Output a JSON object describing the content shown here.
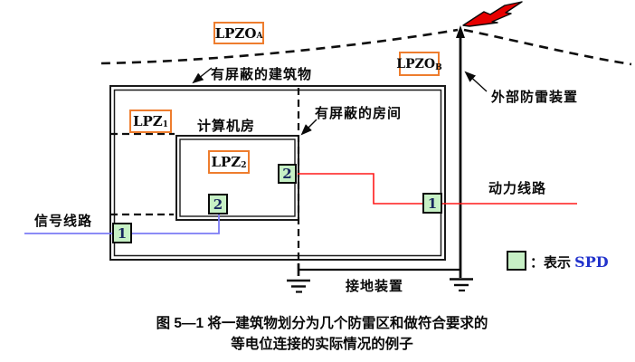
{
  "zones": {
    "lpzo_a": {
      "main": "LPZO",
      "sub": "A"
    },
    "lpzo_b": {
      "main": "LPZO",
      "sub": "B"
    },
    "lpz1": {
      "main": "LPZ",
      "sub": "1"
    },
    "lpz2": {
      "main": "LPZ",
      "sub": "2"
    }
  },
  "labels": {
    "shielded_building": "有屏蔽的建筑物",
    "computer_room": "计算机房",
    "shielded_room": "有屏蔽的房间",
    "external_lps": "外部防雷装置",
    "power_line": "动力线路",
    "signal_line": "信号线路",
    "grounding": "接地装置"
  },
  "spd": {
    "room_wall": "2",
    "room_bottom": "2",
    "signal_entry": "1",
    "power_entry": "1"
  },
  "legend": {
    "prefix": "：表示 ",
    "term": "SPD"
  },
  "caption": {
    "line1": "图 5—1 将一建筑物划分为几个防雷区和做符合要求的",
    "line2": "等电位连接的实际情况的例子"
  },
  "colors": {
    "zone_border_orange": "#ee7d2e",
    "spd_fill_green": "#c7f0c5",
    "signal_line_blue": "#7b7bf5",
    "power_line_red": "#ff1a1a",
    "lightning_red": "#e60000",
    "spd_term_blue": "#2233cc"
  }
}
